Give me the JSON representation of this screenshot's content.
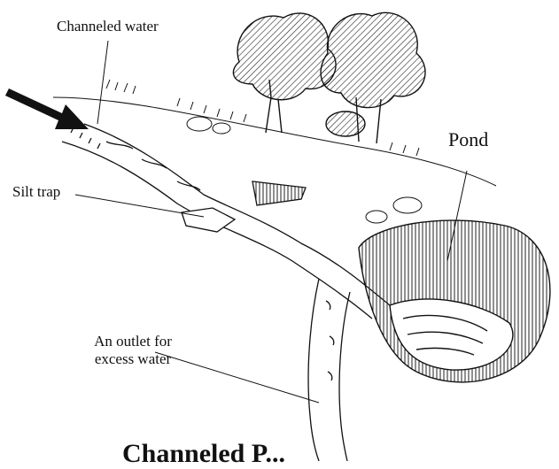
{
  "labels": {
    "channeled_water": "Channeled water",
    "pond": "Pond",
    "silt_trap": "Silt trap",
    "outlet_line1": "An outlet for",
    "outlet_line2": "excess water",
    "title": "Channeled P..."
  }
}
